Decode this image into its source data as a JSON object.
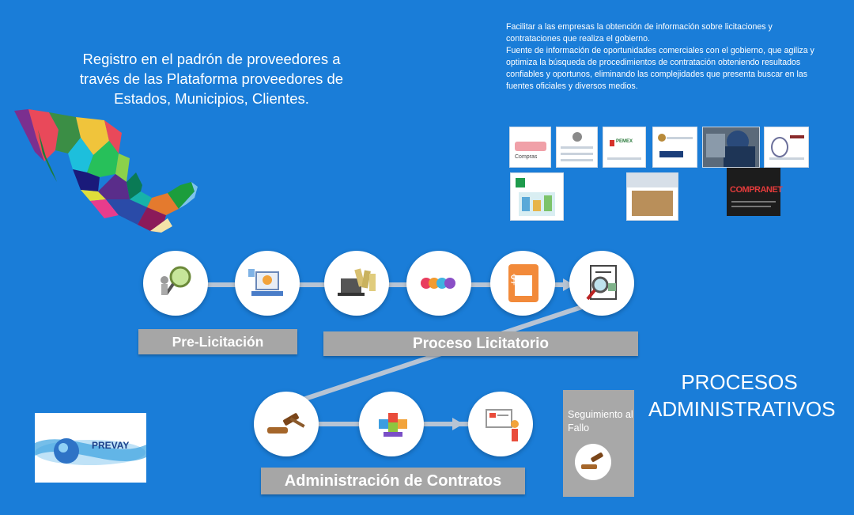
{
  "title": "Registro en el padrón de proveedores a través de las Plataforma proveedores de Estados, Municipios, Clientes.",
  "description": {
    "line1": "Facilitar a las empresas la obtención de información sobre licitaciones y contrataciones que realiza el gobierno.",
    "line2": "Fuente de información de oportunidades comerciales con el gobierno, que agiliza y optimiza la búsqueda de procedimientos de contratación obteniendo resultados confiables y oportunos, eliminando las complejidades que presenta buscar en las fuentes oficiales y diversos medios."
  },
  "platforms": {
    "compranet": "COMPRANET",
    "pemex": "PEMEX",
    "compras": "Compras"
  },
  "stages": {
    "pre_licitacion": "Pre-Licitación",
    "proceso_licitatorio": "Proceso Licitatorio",
    "administracion_contratos": "Administración de Contratos",
    "seguimiento": "Seguimiento al Fallo"
  },
  "section_title": "PROCESOS ADMINISTRATIVOS",
  "logo": {
    "text": "PREVAY"
  },
  "colors": {
    "background": "#1a7dd8",
    "bar": "#a6a6a6",
    "connector": "#b7c4d4"
  }
}
